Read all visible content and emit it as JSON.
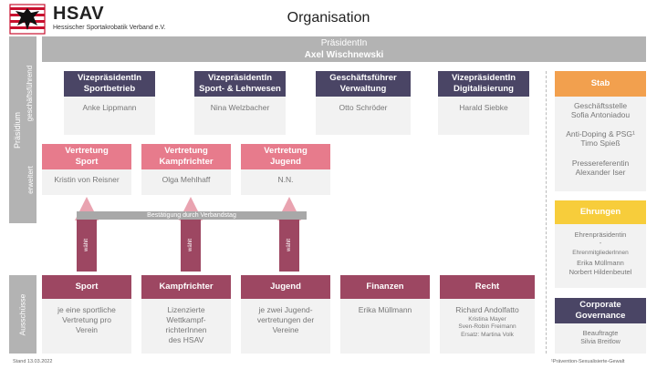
{
  "header": {
    "logo": "hsav-eagle-logo",
    "brand_name": "HSAV",
    "brand_sub": "Hessischer Sportakrobatik Verband e.V.",
    "title": "Organisation"
  },
  "side_labels": {
    "praesidium": "Präsidium",
    "geschaeftsfuehrend": "geschäftsführend",
    "erweitert": "erweitert",
    "ausschuesse": "Ausschüsse"
  },
  "president": {
    "role": "PräsidentIn",
    "name": "Axel Wischnewski"
  },
  "vice": [
    {
      "title": "VizepräsidentIn\nSportbetrieb",
      "name": "Anke Lippmann"
    },
    {
      "title": "VizepräsidentIn\nSport- & Lehrwesen",
      "name": "Nina Welzbacher"
    },
    {
      "title": "Geschäftsführer\nVerwaltung",
      "name": "Otto Schröder"
    },
    {
      "title": "VizepräsidentIn\nDigitalisierung",
      "name": "Harald Siebke"
    }
  ],
  "reps": [
    {
      "title": "Vertretung\nSport",
      "name": "Kristin von Reisner"
    },
    {
      "title": "Vertretung\nKampfrichter",
      "name": "Olga Mehlhaff"
    },
    {
      "title": "Vertretung\nJugend",
      "name": "N.N."
    }
  ],
  "arrows": {
    "label": "wählt",
    "confirmation": "Bestätigung durch Verbandstag"
  },
  "committees": [
    {
      "title": "Sport",
      "body": "je eine sportliche\nVertretung pro\nVerein"
    },
    {
      "title": "Kampfrichter",
      "body": "Lizenzierte\nWettkampf-\nrichterInnen\ndes HSAV"
    },
    {
      "title": "Jugend",
      "body": "je zwei Jugend-\nvertretungen der\nVereine"
    },
    {
      "title": "Finanzen",
      "body": "Erika Müllmann"
    },
    {
      "title": "Recht",
      "body": "Richard Andolfatto",
      "extra": [
        "Kristina Mayer",
        "Sven-Robin Freimann"
      ],
      "deputy": "Ersatz: Martina Volk"
    }
  ],
  "stab": {
    "title": "Stab",
    "entries": [
      {
        "role": "Geschäftsstelle",
        "name": "Sofia Antoniadou"
      },
      {
        "role": "Anti-Doping & PSG¹",
        "name": "Timo Spieß"
      },
      {
        "role": "Pressereferentin",
        "name": "Alexander Iser"
      }
    ]
  },
  "ehrungen": {
    "title": "Ehrungen",
    "role1": "Ehrenpräsidentin",
    "dash": "-",
    "role2": "Ehrenmitgliederlnnen",
    "names": [
      "Erika Müllmann",
      "Norbert Hildenbeutel"
    ]
  },
  "governance": {
    "title": "Corporate\nGovernance",
    "role": "Beauftragte",
    "name": "Silvia Breitlow"
  },
  "footer": {
    "date": "Stand 13.03.2022",
    "footnote": "¹Prävention-Sexualisierte-Gewalt"
  },
  "colors": {
    "dark_header": "#4a4565",
    "pink_header": "#e77b8c",
    "maroon_header": "#9d4762",
    "stab": "#f2a04e",
    "ehrungen": "#f7cd3b",
    "sidebar_gray": "#b3b3b3"
  }
}
